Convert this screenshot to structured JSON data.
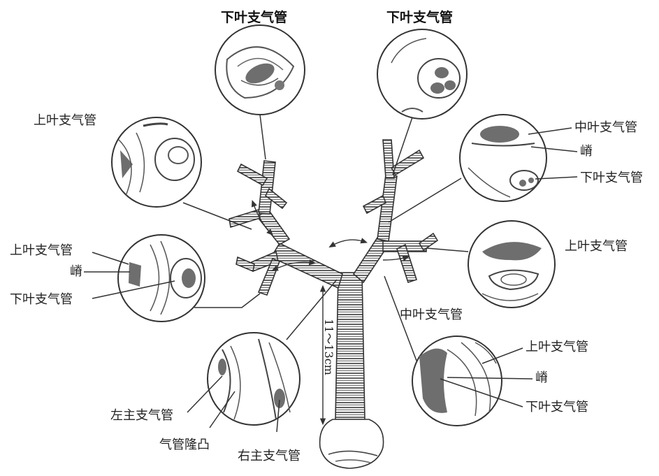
{
  "labels": {
    "top_left": "下叶支气管",
    "top_right": "下叶支气管",
    "left_upper": "上叶支气管",
    "left_mid_upper": "上叶支气管",
    "left_mid_ridge": "嵴",
    "left_mid_lower": "下叶支气管",
    "right_upper_middle": "中叶支气管",
    "right_upper_ridge": "嵴",
    "right_upper_lower": "下叶支气管",
    "right_mid_upper": "上叶支气管",
    "right_middle_lobe": "中叶支气管",
    "right_low_upper": "上叶支气管",
    "right_low_ridge": "嵴",
    "right_low_lower": "下叶支气管",
    "left_main": "左主支气管",
    "carina": "气管隆凸",
    "right_main": "右主支气管",
    "trachea_length": "11～13cm"
  },
  "colors": {
    "ink": "#3a3a3a",
    "shade": "#6e6e6e",
    "paper": "#ffffff"
  }
}
